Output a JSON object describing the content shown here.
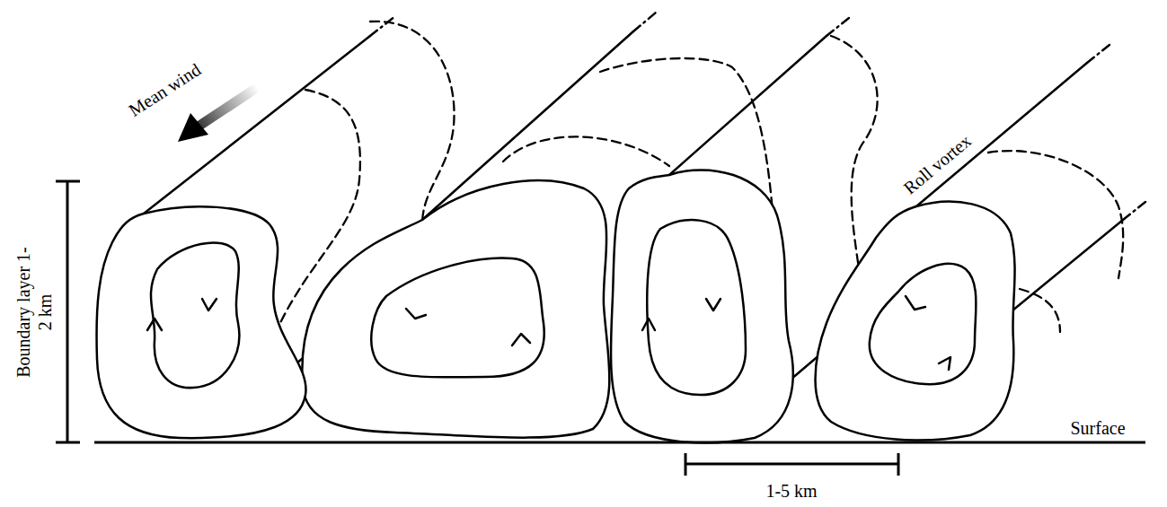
{
  "diagram": {
    "labels": [
      "Mean wind",
      "Boundary layer 1-2 km",
      "Roll vortex",
      "Surface",
      "1-5 km"
    ]
  }
}
